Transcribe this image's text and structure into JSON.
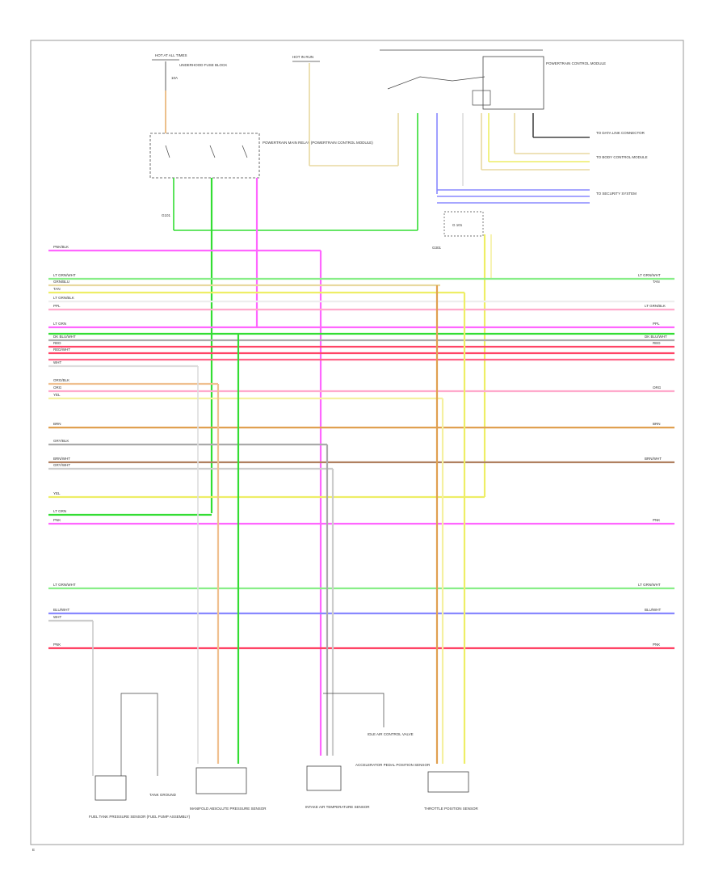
{
  "page_id": "E",
  "components": {
    "fuse_block": "HOT AT ALL TIMES",
    "fuse_label": "UNDERHOOD FUSE BLOCK",
    "fuse_10a": "10A",
    "hot_run": "HOT IN RUN",
    "powertrain_relay": "POWERTRAIN MAIN RELAY (POWERTRAIN CONTROL MODULE)",
    "pcm": "POWERTRAIN CONTROL MODULE",
    "ground_g101": "G101",
    "ground_g301": "G301",
    "g_n_ct": "G 101",
    "idle_sensor": "IDLE AIR CONTROL VALVE",
    "tank_pressure": "FUEL TANK PRESSURE SENSOR (FUEL PUMP ASSEMBLY)",
    "ground_tank": "TANK GROUND",
    "manifold_sensor": "MANIFOLD ABSOLUTE PRESSURE SENSOR",
    "intake_sensor": "INTAKE AIR TEMPERATURE SENSOR",
    "accel_switch": "ACCELERATOR PEDAL POSITION SENSOR",
    "throttle_sensor": "THROTTLE POSITION SENSOR"
  },
  "right_labels": {
    "r1": "TO DATA LINK CONNECTOR",
    "r2": "TO BODY CONTROL MODULE",
    "r3": "TO SECURITY SYSTEM"
  },
  "wires": {
    "pink_blk": "PNK/BLK",
    "ltgrn_wht": "LT GRN/WHT",
    "grn_blu": "GRN/BLU",
    "tan": "TAN",
    "ltgrn_blk": "LT GRN/BLK",
    "ppl": "PPL",
    "lt_grn": "LT GRN",
    "dk_blu": "DK BLU/WHT",
    "red": "RED",
    "red2": "RED/WHT",
    "wht": "WHT",
    "org_blk": "ORG/BLK",
    "org": "ORG",
    "yel": "YEL",
    "brn": "BRN",
    "gry_blk": "GRY/BLK",
    "brn_wht": "BRN/WHT",
    "gry_wht": "GRY/WHT",
    "yel2": "YEL",
    "ltgrn3": "LT GRN",
    "pnk": "PNK",
    "ltgrn_wht2": "LT GRN/WHT",
    "blu_wht": "BLU/WHT",
    "wht_blk": "WHT",
    "pnk3": "PNK"
  },
  "colors": {
    "pink": "#ff66ff",
    "green": "#33dd33",
    "yellow": "#eeee66",
    "light_yellow": "#f5f0a0",
    "tan": "#e8d9a0",
    "red": "#ff4466",
    "pink_light": "#ffaacc",
    "orange": "#e0a050",
    "brown": "#b08060",
    "gray": "#aaaaaa",
    "blue": "#8888ff",
    "lt_green": "#88ee88"
  }
}
